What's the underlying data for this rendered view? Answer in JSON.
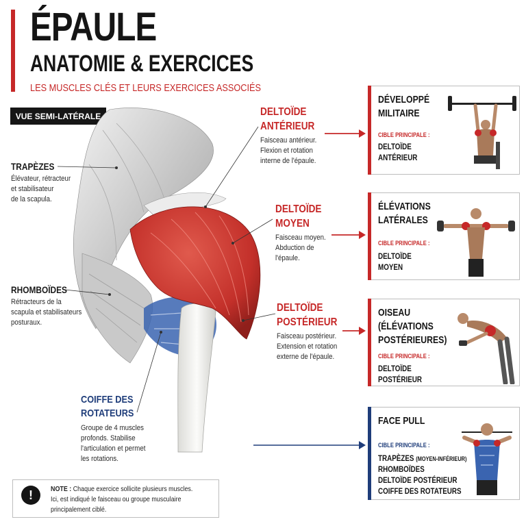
{
  "header": {
    "title": "ÉPAULE",
    "subtitle": "ANATOMIE & EXERCICES",
    "tagline": "LES MUSCLES CLÉS ET LEURS EXERCICES ASSOCIÉS"
  },
  "view_badge": "VUE SEMI-LATÉRALE",
  "labels": {
    "trapezes": {
      "title": "TRAPÈZES",
      "desc": [
        "Élévateur, rétracteur",
        "et stabilisateur",
        "de la scapula."
      ]
    },
    "rhomboides": {
      "title": "RHOMBOÏDES",
      "desc": [
        "Rétracteurs de la",
        "scapula et stabilisateurs",
        "posturaux."
      ]
    },
    "coiffe": {
      "title": [
        "COIFFE DES",
        "ROTATEURS"
      ],
      "desc": [
        "Groupe de 4 muscles",
        "profonds. Stabilise",
        "l'articulation et permet",
        "les rotations."
      ]
    },
    "anterieur": {
      "title": [
        "DELTOÏDE",
        "ANTÉRIEUR"
      ],
      "desc": [
        "Faisceau antérieur.",
        "Flexion et rotation",
        "interne de l'épaule."
      ]
    },
    "moyen": {
      "title": [
        "DELTOÏDE",
        "MOYEN"
      ],
      "desc": [
        "Faisceau moyen.",
        "Abduction de",
        "l'épaule."
      ]
    },
    "posterieur": {
      "title": [
        "DELTOÏDE",
        "POSTÉRIEUR"
      ],
      "desc": [
        "Faisceau postérieur.",
        "Extension et rotation",
        "externe de l'épaule."
      ]
    }
  },
  "cards": {
    "cible_label": "CIBLE PRINCIPALE :",
    "developpe": {
      "name": [
        "DÉVELOPPÉ",
        "MILITAIRE"
      ],
      "targets": [
        "DELTOÏDE",
        "ANTÉRIEUR"
      ]
    },
    "elevations": {
      "name": [
        "ÉLÉVATIONS",
        "LATÉRALES"
      ],
      "targets": [
        "DELTOÏDE",
        "MOYEN"
      ]
    },
    "oiseau": {
      "name": [
        "OISEAU",
        "(ÉLÉVATIONS",
        "POSTÉRIEURES)"
      ],
      "targets": [
        "DELTOÏDE",
        "POSTÉRIEUR"
      ]
    },
    "facepull": {
      "name": [
        "FACE PULL"
      ],
      "targets_first": "TRAPÈZES",
      "targets_first_note": "(MOYEN-INFÉRIEUR)",
      "targets": [
        "RHOMBOÏDES",
        "DELTOÏDE POSTÉRIEUR",
        "COIFFE DES ROTATEURS"
      ]
    }
  },
  "note": {
    "icon": "exclamation-icon",
    "bold": "NOTE :",
    "text1": "Chaque exercice sollicite plusieurs muscles.",
    "text2": "Ici, est indiqué le faisceau ou groupe musculaire",
    "text3": "principalement ciblé."
  },
  "colors": {
    "accent_red": "#c62828",
    "accent_blue": "#1f3d7a",
    "muscle_red": "#c8352f",
    "rotator_blue": "#3a64b0"
  }
}
